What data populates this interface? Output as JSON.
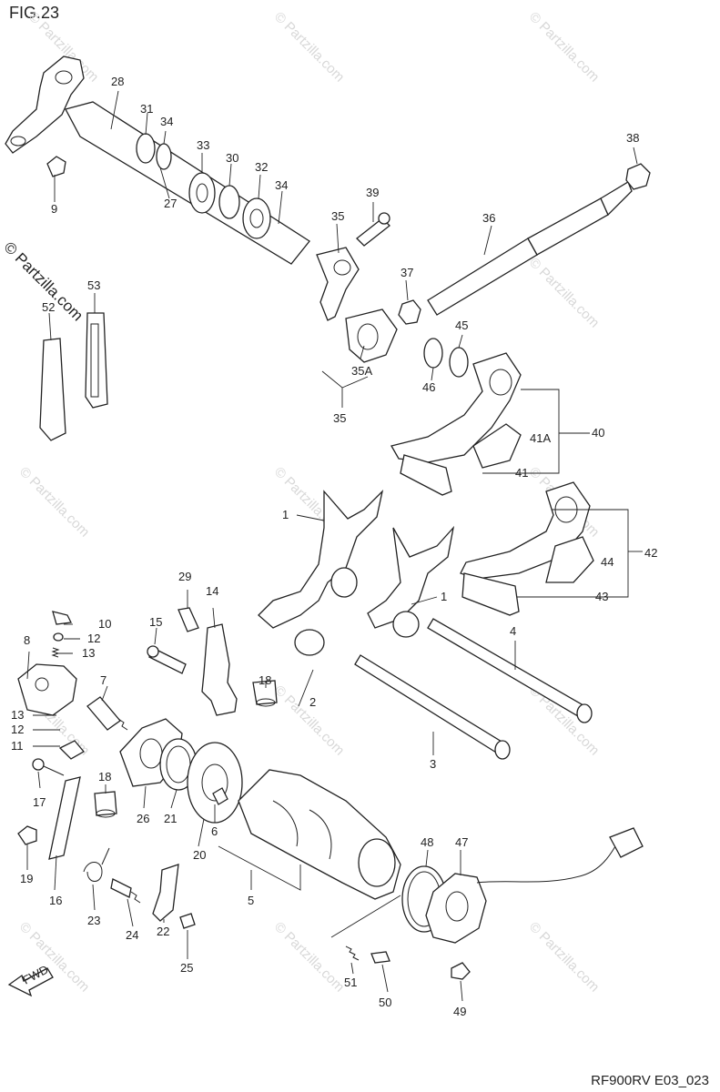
{
  "title": "FIG.23",
  "code": "RF900RV E03_023",
  "watermark": "© Partzilla.com",
  "fwd_label": "FWD",
  "callouts": [
    {
      "id": "c1a",
      "label": "1"
    },
    {
      "id": "c1b",
      "label": "1"
    },
    {
      "id": "c2",
      "label": "2"
    },
    {
      "id": "c3",
      "label": "3"
    },
    {
      "id": "c4",
      "label": "4"
    },
    {
      "id": "c5",
      "label": "5"
    },
    {
      "id": "c6",
      "label": "6"
    },
    {
      "id": "c7",
      "label": "7"
    },
    {
      "id": "c8",
      "label": "8"
    },
    {
      "id": "c9",
      "label": "9"
    },
    {
      "id": "c10",
      "label": "10"
    },
    {
      "id": "c11",
      "label": "11"
    },
    {
      "id": "c12a",
      "label": "12"
    },
    {
      "id": "c12b",
      "label": "12"
    },
    {
      "id": "c13a",
      "label": "13"
    },
    {
      "id": "c13b",
      "label": "13"
    },
    {
      "id": "c14",
      "label": "14"
    },
    {
      "id": "c15",
      "label": "15"
    },
    {
      "id": "c16",
      "label": "16"
    },
    {
      "id": "c17",
      "label": "17"
    },
    {
      "id": "c18a",
      "label": "18"
    },
    {
      "id": "c18b",
      "label": "18"
    },
    {
      "id": "c19",
      "label": "19"
    },
    {
      "id": "c20",
      "label": "20"
    },
    {
      "id": "c21",
      "label": "21"
    },
    {
      "id": "c22",
      "label": "22"
    },
    {
      "id": "c23",
      "label": "23"
    },
    {
      "id": "c24",
      "label": "24"
    },
    {
      "id": "c25",
      "label": "25"
    },
    {
      "id": "c26",
      "label": "26"
    },
    {
      "id": "c27",
      "label": "27"
    },
    {
      "id": "c28",
      "label": "28"
    },
    {
      "id": "c29",
      "label": "29"
    },
    {
      "id": "c30",
      "label": "30"
    },
    {
      "id": "c31",
      "label": "31"
    },
    {
      "id": "c32",
      "label": "32"
    },
    {
      "id": "c33",
      "label": "33"
    },
    {
      "id": "c34a",
      "label": "34"
    },
    {
      "id": "c34b",
      "label": "34"
    },
    {
      "id": "c35a",
      "label": "35"
    },
    {
      "id": "c35b",
      "label": "35"
    },
    {
      "id": "c35A",
      "label": "35A"
    },
    {
      "id": "c36",
      "label": "36"
    },
    {
      "id": "c37",
      "label": "37"
    },
    {
      "id": "c38",
      "label": "38"
    },
    {
      "id": "c39",
      "label": "39"
    },
    {
      "id": "c40",
      "label": "40"
    },
    {
      "id": "c41",
      "label": "41"
    },
    {
      "id": "c41A",
      "label": "41A"
    },
    {
      "id": "c42",
      "label": "42"
    },
    {
      "id": "c43",
      "label": "43"
    },
    {
      "id": "c44",
      "label": "44"
    },
    {
      "id": "c45",
      "label": "45"
    },
    {
      "id": "c46",
      "label": "46"
    },
    {
      "id": "c47",
      "label": "47"
    },
    {
      "id": "c48",
      "label": "48"
    },
    {
      "id": "c49",
      "label": "49"
    },
    {
      "id": "c50",
      "label": "50"
    },
    {
      "id": "c51",
      "label": "51"
    },
    {
      "id": "c52",
      "label": "52"
    },
    {
      "id": "c53",
      "label": "53"
    }
  ]
}
